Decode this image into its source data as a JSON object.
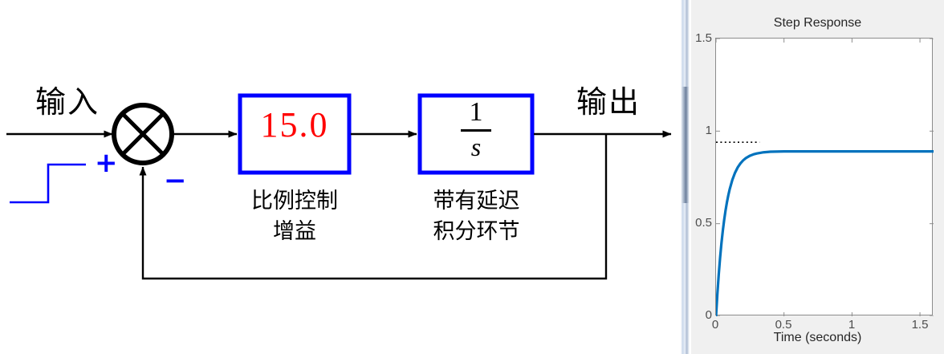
{
  "diagram": {
    "input_label": "输入",
    "output_label": "输出",
    "sum_plus": "+",
    "sum_minus": "−",
    "gain_block": {
      "value": "15.0",
      "caption_line1": "比例控制",
      "caption_line2": "增益",
      "value_color": "#ff0000",
      "border_color": "#0000ff"
    },
    "integrator_block": {
      "numerator": "1",
      "denominator": "s",
      "caption_line1": "带有延迟",
      "caption_line2": "积分环节",
      "border_color": "#0000ff"
    },
    "step_source_color": "#0000ff",
    "sign_color": "#0000ff",
    "wire_color": "#000000"
  },
  "chart_data": {
    "type": "line",
    "title": "Step Response",
    "xlabel": "Time (seconds)",
    "ylabel": "",
    "xlim": [
      0,
      1.6
    ],
    "ylim": [
      0,
      1.5
    ],
    "xticks": [
      0,
      0.5,
      1,
      1.5
    ],
    "xticklabels": [
      "0",
      "0.5",
      "1",
      "1.5"
    ],
    "yticks": [
      0,
      0.5,
      1,
      1.5
    ],
    "yticklabels": [
      "0",
      "0.5",
      "1",
      "1.5"
    ],
    "grid": false,
    "legend": null,
    "line_color": "#0072bd",
    "line_width": 3,
    "steady_state": 0.94,
    "reference_line": {
      "type": "dotted-horizontal",
      "y": 0.94,
      "x_from": 0,
      "x_to": 0.32,
      "color": "#000000"
    },
    "series": [
      {
        "name": "step response",
        "x": [
          0,
          0.01,
          0.02,
          0.03,
          0.04,
          0.05,
          0.06,
          0.07,
          0.08,
          0.09,
          0.1,
          0.12,
          0.14,
          0.16,
          0.18,
          0.2,
          0.22,
          0.25,
          0.28,
          0.3,
          0.35,
          0.4,
          0.5,
          0.6,
          0.8,
          1.0,
          1.2,
          1.4,
          1.6
        ],
        "y": [
          0.0,
          0.1215,
          0.2265,
          0.3171,
          0.3953,
          0.4628,
          0.5211,
          0.5714,
          0.6148,
          0.6522,
          0.6845,
          0.7367,
          0.7756,
          0.8046,
          0.8262,
          0.8424,
          0.8544,
          0.8673,
          0.8755,
          0.8793,
          0.8856,
          0.8886,
          0.8902,
          0.8904,
          0.8904,
          0.8904,
          0.8904,
          0.8904,
          0.8904
        ]
      }
    ]
  },
  "scope_panel": {
    "background": "#f0f0f0",
    "plot_background": "#ffffff"
  }
}
